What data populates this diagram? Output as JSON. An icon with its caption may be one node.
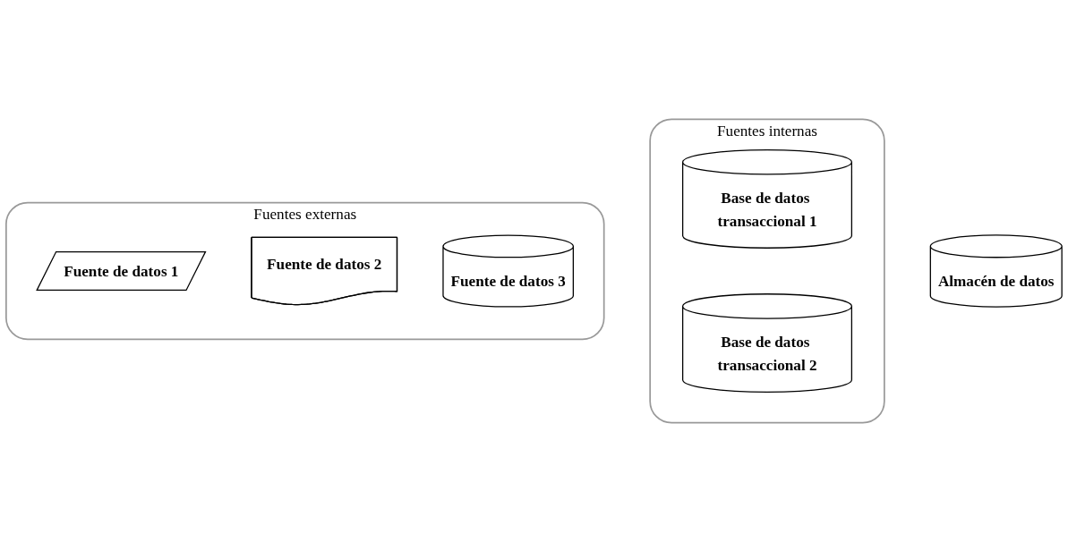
{
  "diagram": {
    "nodes": [
      {
        "text": [
          "Fuentes internas"
        ]
      },
      {
        "text": [
          "Base de datos transaccional 1"
        ],
        "in": 0
      },
      {
        "text": [
          "Base de datos transaccional 2"
        ],
        "in": 0
      },
      {
        "text": [
          "Fuentes externas"
        ]
      },
      {
        "text": [
          "Fuente de datos 1"
        ],
        "in": 3
      },
      {
        "text": [
          "Fuente de datos 2"
        ],
        "in": 3
      },
      {
        "text": [
          "Fuente de datos 3"
        ],
        "in": 3
      },
      {
        "text": [
          "Almacén de datos"
        ]
      }
    ],
    "edges": []
  }
}
